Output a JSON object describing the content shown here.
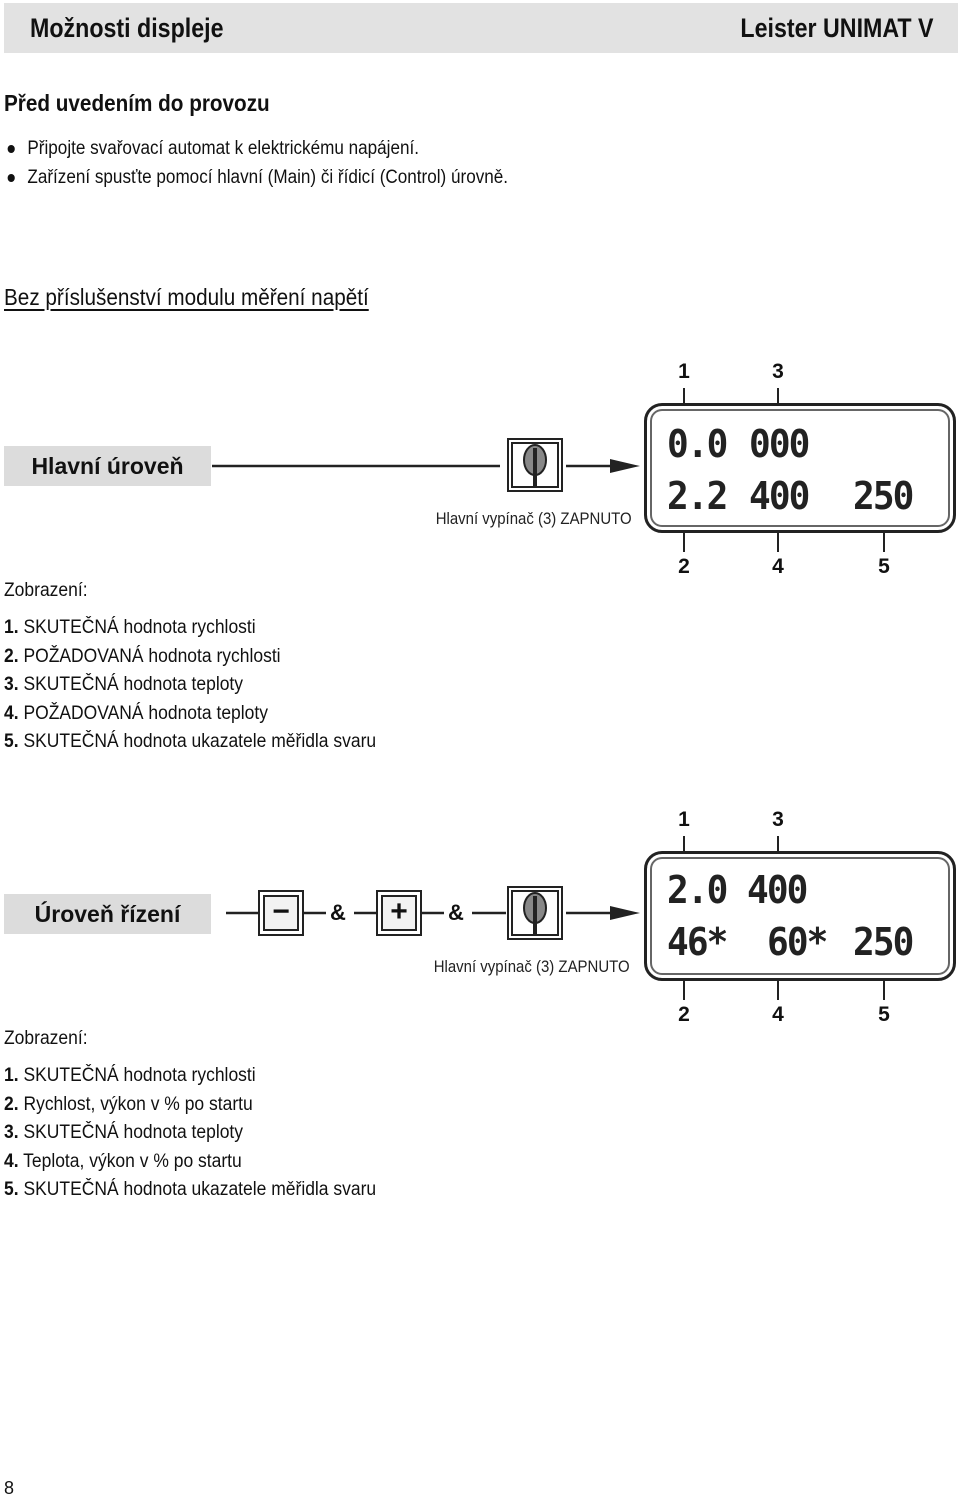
{
  "header": {
    "title": "Možnosti displeje",
    "product": "Leister UNIMAT V"
  },
  "intro": {
    "heading": "Před uvedením do provozu",
    "bullets": [
      "Připojte svařovací automat k elektrickému napájení.",
      "Zařízení spusťte pomocí hlavní (Main) či řídicí (Control)  úrovně."
    ]
  },
  "section": {
    "heading": "Bez příslušenství modulu měření napětí"
  },
  "main_level": {
    "label": "Hlavní  úroveň",
    "switch_caption": "Hlavní vypínač (3) ZAPNUTO",
    "callouts_top": [
      "1",
      "3"
    ],
    "callouts_bottom": [
      "2",
      "4",
      "5"
    ],
    "lcd": {
      "r1c1": "0.0",
      "r1c2": "000",
      "r2c1": "2.2",
      "r2c2": "400",
      "r2c3": "250"
    },
    "zobrazeni": "Zobrazení:",
    "items": [
      {
        "num": "1.",
        "text": "SKUTEČNÁ hodnota rychlosti"
      },
      {
        "num": "2.",
        "text": "POŽADOVANÁ hodnota rychlosti"
      },
      {
        "num": "3.",
        "text": "SKUTEČNÁ hodnota teploty"
      },
      {
        "num": "4.",
        "text": "POŽADOVANÁ hodnota teploty"
      },
      {
        "num": "5.",
        "text": "SKUTEČNÁ hodnota ukazatele měřidla svaru"
      }
    ]
  },
  "control_level": {
    "label": "Úroveň  řízení",
    "minus": "−",
    "plus": "+",
    "amp": "&",
    "switch_caption": "Hlavní vypínač (3) ZAPNUTO",
    "callouts_top": [
      "1",
      "3"
    ],
    "callouts_bottom": [
      "2",
      "4",
      "5"
    ],
    "lcd": {
      "r1c1": "2.0",
      "r1c2": "400",
      "r2c1": "46*",
      "r2c2": "60*",
      "r2c3": "250"
    },
    "zobrazeni": "Zobrazení:",
    "items": [
      {
        "num": "1.",
        "text": "SKUTEČNÁ hodnota rychlosti"
      },
      {
        "num": "2.",
        "text": "Rychlost, výkon v % po startu"
      },
      {
        "num": "3.",
        "text": "SKUTEČNÁ hodnota teploty"
      },
      {
        "num": "4.",
        "text": "Teplota, výkon v % po startu"
      },
      {
        "num": "5.",
        "text": "SKUTEČNÁ hodnota ukazatele měřidla svaru"
      }
    ]
  },
  "footer": {
    "page_number": "8"
  }
}
